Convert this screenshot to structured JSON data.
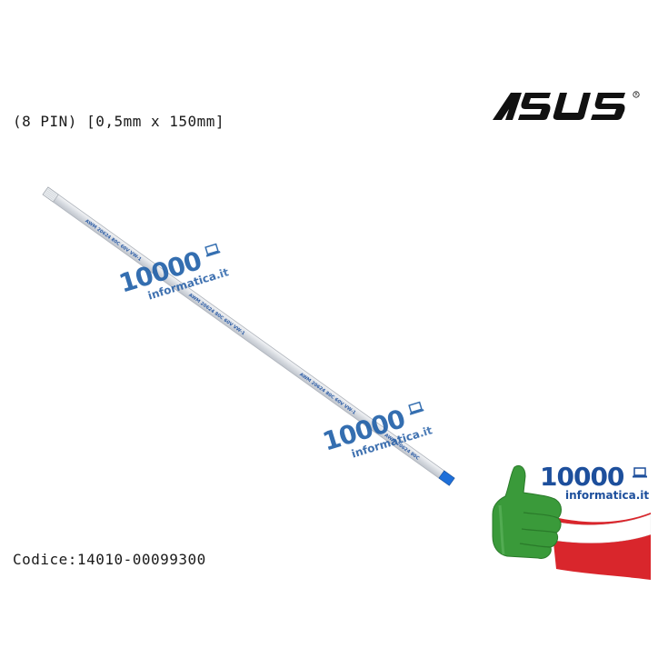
{
  "spec_text": "(8 PIN) [0,5mm x 150mm]",
  "code_text": "Codice:14010-00099300",
  "brand_logo_text": "ASUS",
  "watermark": {
    "number": "10000",
    "site_main": "informatica",
    "site_tld": ".it"
  },
  "badge": {
    "number": "10000",
    "site": "informatica.it"
  },
  "cable_print": [
    "AWM",
    "20624",
    "80C",
    "60V",
    "VW-1"
  ],
  "colors": {
    "text": "#1a1a1a",
    "watermark": "#1f5fa8",
    "cable_tip": "#1e6fd9",
    "flag_green": "#3a9a3a",
    "flag_red": "#d9262c"
  }
}
